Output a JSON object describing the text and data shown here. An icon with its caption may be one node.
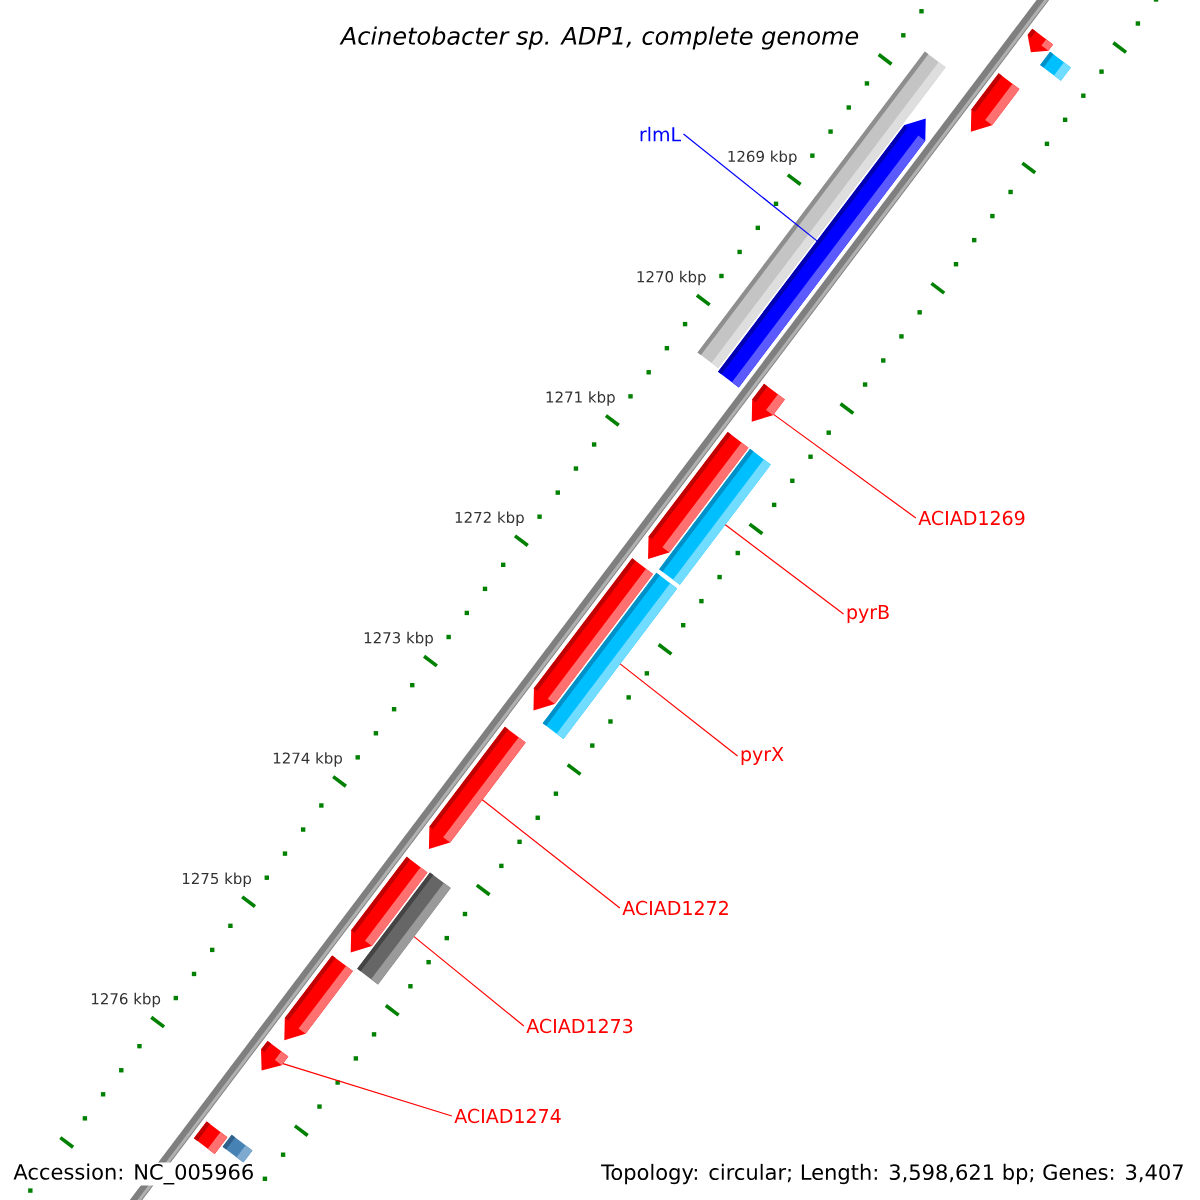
{
  "diagram": {
    "title": "Acinetobacter sp. ADP1, complete genome",
    "nodes": [
      {
        "text": [],
        "shape": "pentagon"
      },
      {
        "text": [],
        "shape": "bar"
      },
      {
        "text": [],
        "shape": "pentagon"
      },
      {
        "text": [
          "rlmL"
        ]
      },
      {
        "text": [],
        "shape": "bar"
      },
      {
        "text": [],
        "shape": "pentagon"
      },
      {
        "text": [
          "ACIAD1269"
        ]
      },
      {
        "text": [],
        "shape": "pentagon"
      },
      {
        "text": [],
        "shape": "pentagon"
      },
      {
        "text": [
          "pyrB"
        ]
      },
      {
        "text": [],
        "shape": "bar"
      },
      {
        "text": [],
        "shape": "pentagon"
      },
      {
        "text": [
          "pyrX"
        ]
      },
      {
        "text": [],
        "shape": "bar"
      },
      {
        "text": [
          "ACIAD1272"
        ]
      },
      {
        "text": [],
        "shape": "pentagon"
      },
      {
        "text": [],
        "shape": "pentagon"
      },
      {
        "text": [
          "ACIAD1273"
        ]
      },
      {
        "text": [],
        "shape": "bar"
      },
      {
        "text": [],
        "shape": "pentagon"
      },
      {
        "text": [
          "ACIAD1274"
        ]
      },
      {
        "text": [],
        "shape": "pentagon"
      },
      {
        "text": [],
        "shape": "bar"
      },
      {
        "text": [],
        "shape": "bar"
      }
    ],
    "edges": [
      {
        "from": 3,
        "to": 5,
        "arrow": "none",
        "color": "#0000ff"
      },
      {
        "from": 6,
        "to": 7,
        "arrow": "none"
      },
      {
        "from": 9,
        "to": 10,
        "arrow": "none"
      },
      {
        "from": 12,
        "to": 13,
        "arrow": "none"
      },
      {
        "from": 14,
        "to": 15,
        "arrow": "none"
      },
      {
        "from": 17,
        "to": 18,
        "arrow": "none"
      },
      {
        "from": 20,
        "to": 21,
        "arrow": "none"
      }
    ],
    "labels": [
      "1269 kbp",
      "1270 kbp",
      "1271 kbp",
      "1272 kbp",
      "1273 kbp",
      "1274 kbp",
      "1275 kbp",
      "1276 kbp",
      "Accession: NC_005966",
      "Topology: circular; Length: 3,598,621 bp; Genes: 3,407"
    ]
  }
}
